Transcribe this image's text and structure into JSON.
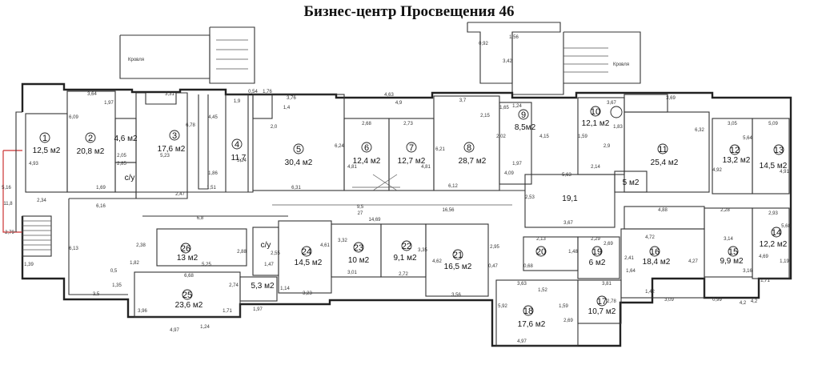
{
  "title": "Бизнес-центр Просвещения 46",
  "labels": {
    "roof_left": "Кровля",
    "roof_right": "Кровля",
    "wc_1": "с/у",
    "wc_2": "с/у",
    "corridor_area": "27",
    "corridor_len": "9,5"
  },
  "rooms": [
    {
      "id": "r1",
      "num": "1",
      "area": "12,5 м2"
    },
    {
      "id": "r2",
      "num": "2",
      "area": "20,8 м2"
    },
    {
      "id": "r2a",
      "num": "",
      "area": "4,6 м2"
    },
    {
      "id": "r3",
      "num": "3",
      "area": "17,6 м2"
    },
    {
      "id": "r4",
      "num": "4",
      "area": "11,7"
    },
    {
      "id": "r5",
      "num": "5",
      "area": "30,4 м2"
    },
    {
      "id": "r6",
      "num": "6",
      "area": "12,4 м2"
    },
    {
      "id": "r7",
      "num": "7",
      "area": "12,7 м2"
    },
    {
      "id": "r8",
      "num": "8",
      "area": "28,7 м2"
    },
    {
      "id": "r9",
      "num": "9",
      "area": "8,5м2"
    },
    {
      "id": "r10",
      "num": "10",
      "area": "12,1 м2"
    },
    {
      "id": "r11",
      "num": "11",
      "area": "25,4 м2"
    },
    {
      "id": "r12",
      "num": "12",
      "area": "13,2 м2"
    },
    {
      "id": "r13",
      "num": "13",
      "area": "14,5 м2"
    },
    {
      "id": "r11a",
      "num": "",
      "area": "5 м2"
    },
    {
      "id": "r19b",
      "num": "",
      "area": "19,1"
    },
    {
      "id": "r14",
      "num": "14",
      "area": "12,2 м2"
    },
    {
      "id": "r15",
      "num": "15",
      "area": "9,9 м2"
    },
    {
      "id": "r16",
      "num": "16",
      "area": "18,4 м2"
    },
    {
      "id": "r17",
      "num": "17",
      "area": "10,7 м2"
    },
    {
      "id": "r18",
      "num": "18",
      "area": "17,6 м2"
    },
    {
      "id": "r19",
      "num": "19",
      "area": "6 м2"
    },
    {
      "id": "r20",
      "num": "20",
      "area": ""
    },
    {
      "id": "r21",
      "num": "21",
      "area": "16,5 м2"
    },
    {
      "id": "r22",
      "num": "22",
      "area": "9,1 м2"
    },
    {
      "id": "r23",
      "num": "23",
      "area": "10 м2"
    },
    {
      "id": "r24",
      "num": "24",
      "area": "14,5 м2"
    },
    {
      "id": "r25",
      "num": "25",
      "area": "23,6 м2"
    },
    {
      "id": "r25a",
      "num": "",
      "area": "5,3 м2"
    },
    {
      "id": "r26",
      "num": "26",
      "area": "13 м2"
    }
  ],
  "dims": [
    "3,64",
    "6,09",
    "1,97",
    "2,05",
    "2,85",
    "1,69",
    "3,31",
    "6,78",
    "5,23",
    "2,47",
    "4,45",
    "4,93",
    "5,16",
    "11,8",
    "2,79",
    "2,34",
    "3,76",
    "1,4",
    "2,0",
    "6,24",
    "6,31",
    "2,68",
    "4,81",
    "2,73",
    "4,81",
    "3,7",
    "2,15",
    "6,21",
    "2,02",
    "4,09",
    "6,12",
    "1,65",
    "1,24",
    "4,15",
    "1,97",
    "3,69",
    "6,32",
    "3,05",
    "5,64",
    "5,09",
    "4,91",
    "4,92",
    "3,67",
    "1,83",
    "1,59",
    "2,9",
    "5,63",
    "2,14",
    "2,53",
    "3,67",
    "4,88",
    "2,28",
    "2,93",
    "5,68",
    "3,14",
    "4,69",
    "1,19",
    "4,72",
    "2,41",
    "4,27",
    "1,64",
    "1,42",
    "3,09",
    "3,16",
    "1,71",
    "2,29",
    "2,69",
    "1,48",
    "2,13",
    "0,68",
    "3,63",
    "1,52",
    "3,81",
    "2,78",
    "5,92",
    "1,59",
    "2,69",
    "4,97",
    "2,95",
    "0,47",
    "3,56",
    "4,62",
    "3,35",
    "2,72",
    "3,32",
    "3,01",
    "4,61",
    "3,23",
    "1,14",
    "1,47",
    "2,55",
    "2,88",
    "5,25",
    "6,68",
    "2,74",
    "3,96",
    "1,71",
    "1,97",
    "4,97",
    "1,24",
    "6,16",
    "6,13",
    "0,5",
    "1,82",
    "1,35",
    "3,5",
    "1,39",
    "2,38",
    "6,8",
    "14,69",
    "16,56",
    "0,92",
    "3,42",
    "1,56",
    "4,63",
    "4,9",
    "1,9",
    "0,54",
    "1,76",
    "5,24",
    "1,86",
    "1,51",
    "0,99",
    "4,2",
    "4,2"
  ]
}
